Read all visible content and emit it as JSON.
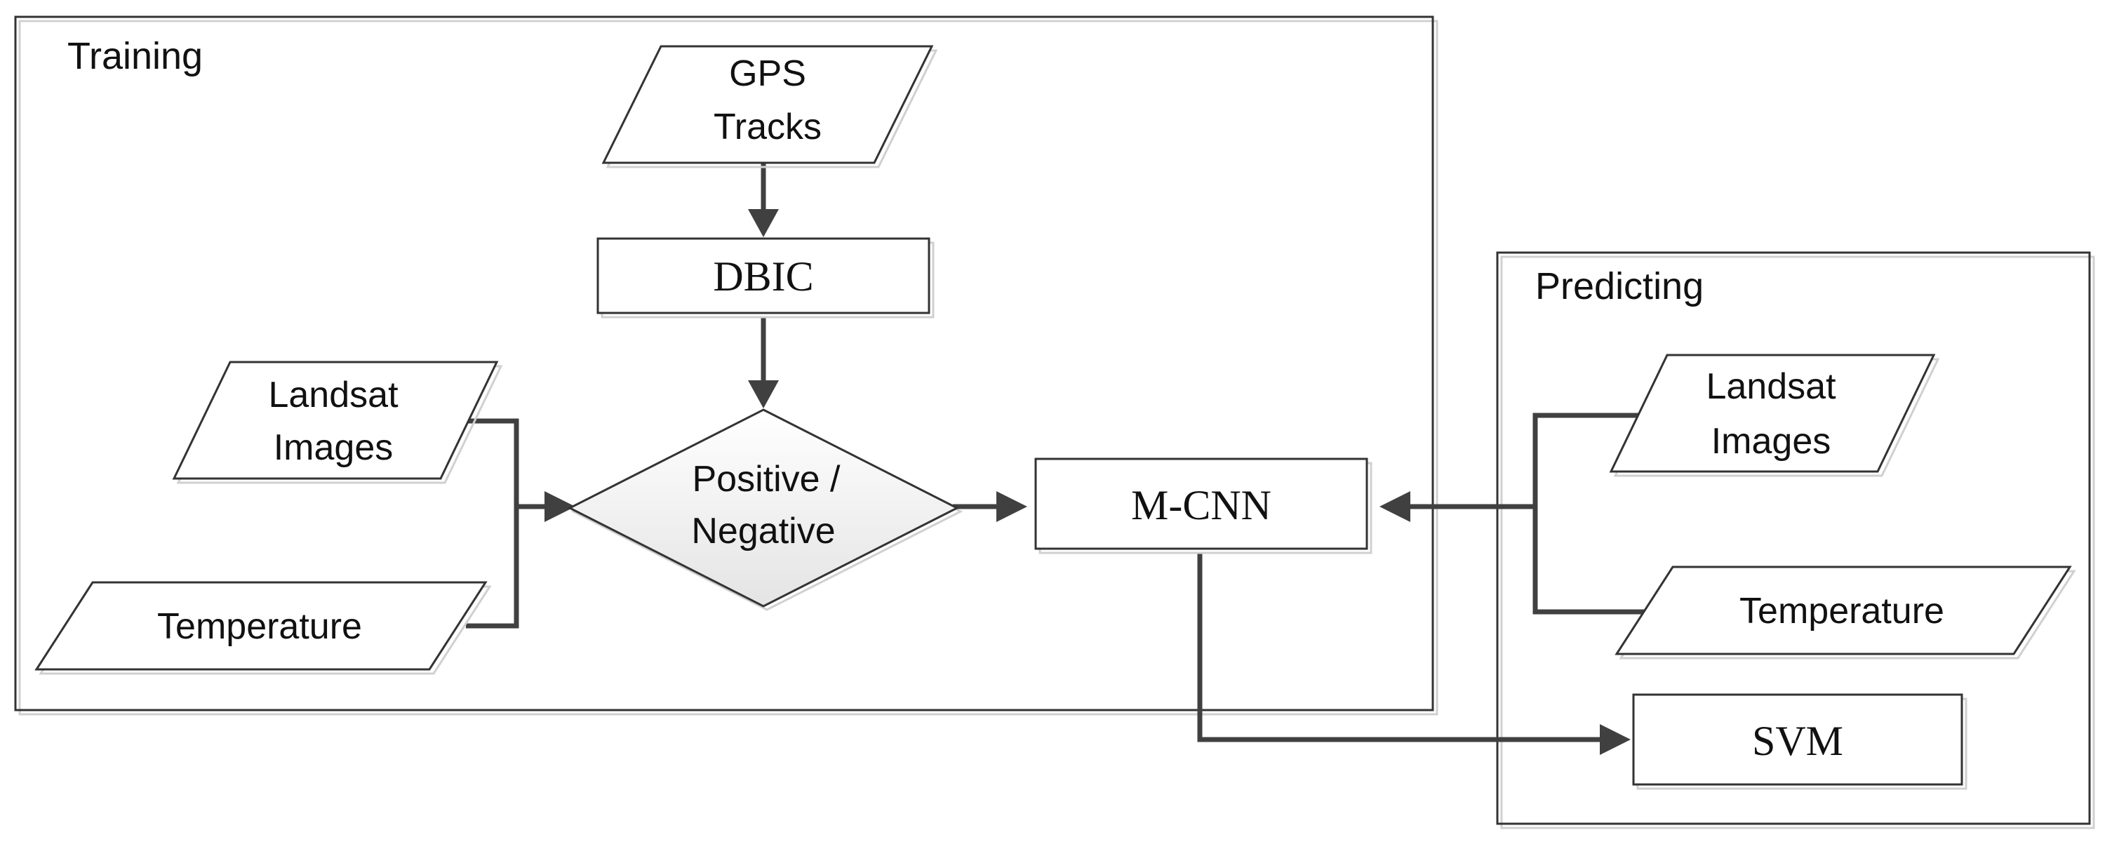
{
  "training": {
    "title": "Training",
    "gps": {
      "line1": "GPS",
      "line2": "Tracks"
    },
    "dbic": "DBIC",
    "landsat": {
      "line1": "Landsat",
      "line2": "Images"
    },
    "temperature": "Temperature",
    "decision": {
      "line1": "Positive /",
      "line2": "Negative"
    }
  },
  "mcnn": "M-CNN",
  "predicting": {
    "title": "Predicting",
    "landsat": {
      "line1": "Landsat",
      "line2": "Images"
    },
    "temperature": "Temperature",
    "svm": "SVM"
  },
  "colors": {
    "stroke": "#333333",
    "arrow": "#404040",
    "decision_fill_top": "#ffffff",
    "decision_fill_bottom": "#e6e6e6",
    "shadow": "#cfcfcf"
  }
}
